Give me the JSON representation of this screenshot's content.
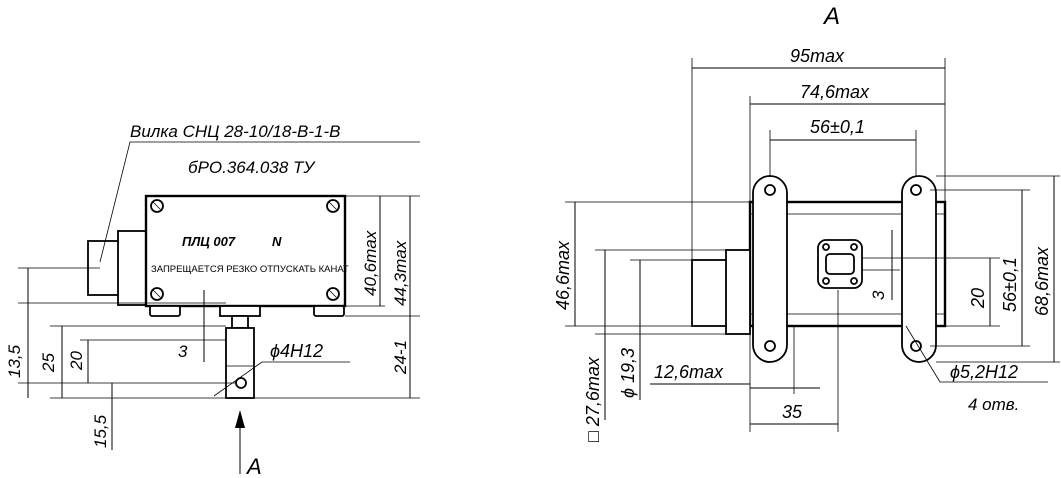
{
  "left_view": {
    "connector_label": "Вилка СНЦ 28-10/18-В-1-В",
    "spec_label": "бРО.364.038 ТУ",
    "model_label": "ПЛЦ 007",
    "model_suffix": "N",
    "warning_label": "ЗАПРЕЩАЕТСЯ РЕЗКО ОТПУСКАТЬ КАНАТ",
    "dims": {
      "height_40": "40,6max",
      "height_44": "44,3max",
      "d_24": "24-1",
      "d_3": "3",
      "hole": "4Н12",
      "d_13": "13,5",
      "d_25": "25",
      "d_20": "20",
      "d_15": "15,5"
    },
    "view_marker": "А"
  },
  "right_view": {
    "view_title": "А",
    "dims": {
      "w95": "95max",
      "w74": "74,6max",
      "w56": "56±0,1",
      "h46": "46,6max",
      "d27": "27,6max",
      "d19": "19,3",
      "w12": "12,6max",
      "w35": "35",
      "d3": "3",
      "h20": "20",
      "h56": "56±0,1",
      "h68": "68,6max",
      "hole": "5,2Н12",
      "holes_count": "4 отв."
    }
  },
  "symbols": {
    "diameter": "ϕ",
    "square": "□"
  }
}
